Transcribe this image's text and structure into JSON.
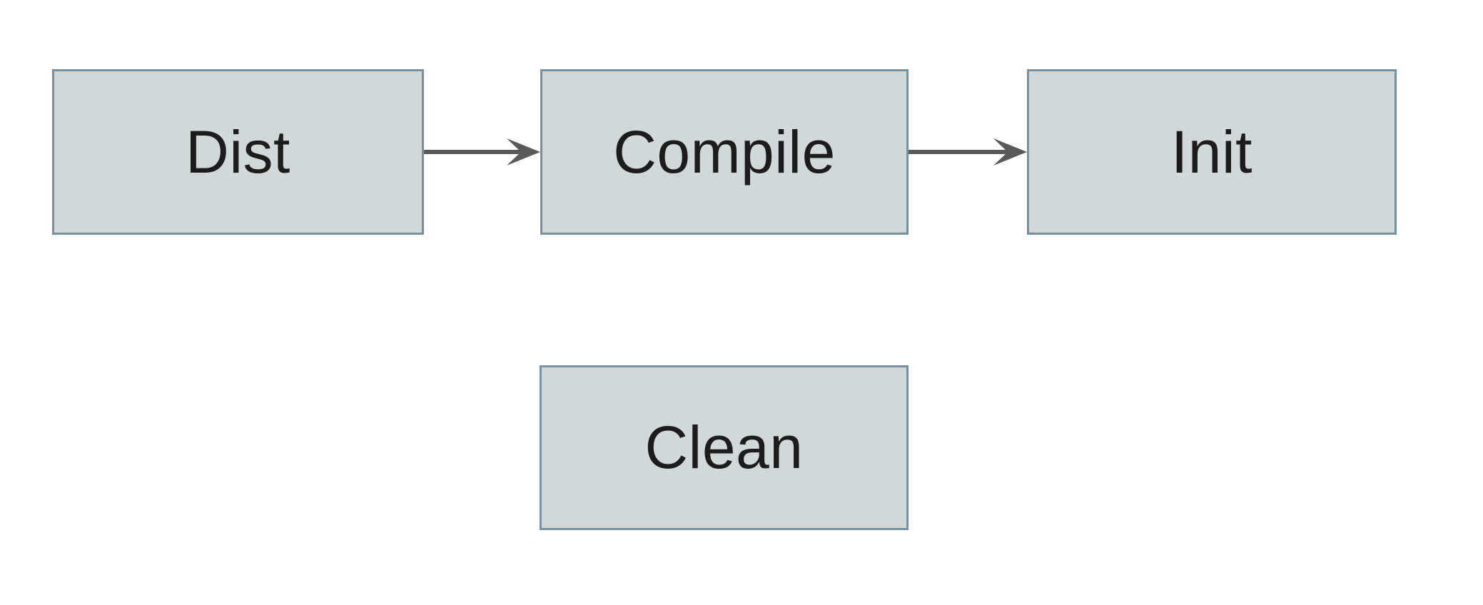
{
  "diagram": {
    "type": "flowchart",
    "colors": {
      "background": "#ffffff",
      "node_fill": "#d1d8da",
      "node_border": "#7590a0",
      "arrow_color": "#595959",
      "text_color": "#1c1c1c"
    },
    "nodes": [
      {
        "id": "dist",
        "label": "Dist"
      },
      {
        "id": "compile",
        "label": "Compile"
      },
      {
        "id": "init",
        "label": "Init"
      },
      {
        "id": "clean",
        "label": "Clean"
      }
    ],
    "edges": [
      {
        "from": "dist",
        "to": "compile"
      },
      {
        "from": "compile",
        "to": "init"
      }
    ]
  }
}
